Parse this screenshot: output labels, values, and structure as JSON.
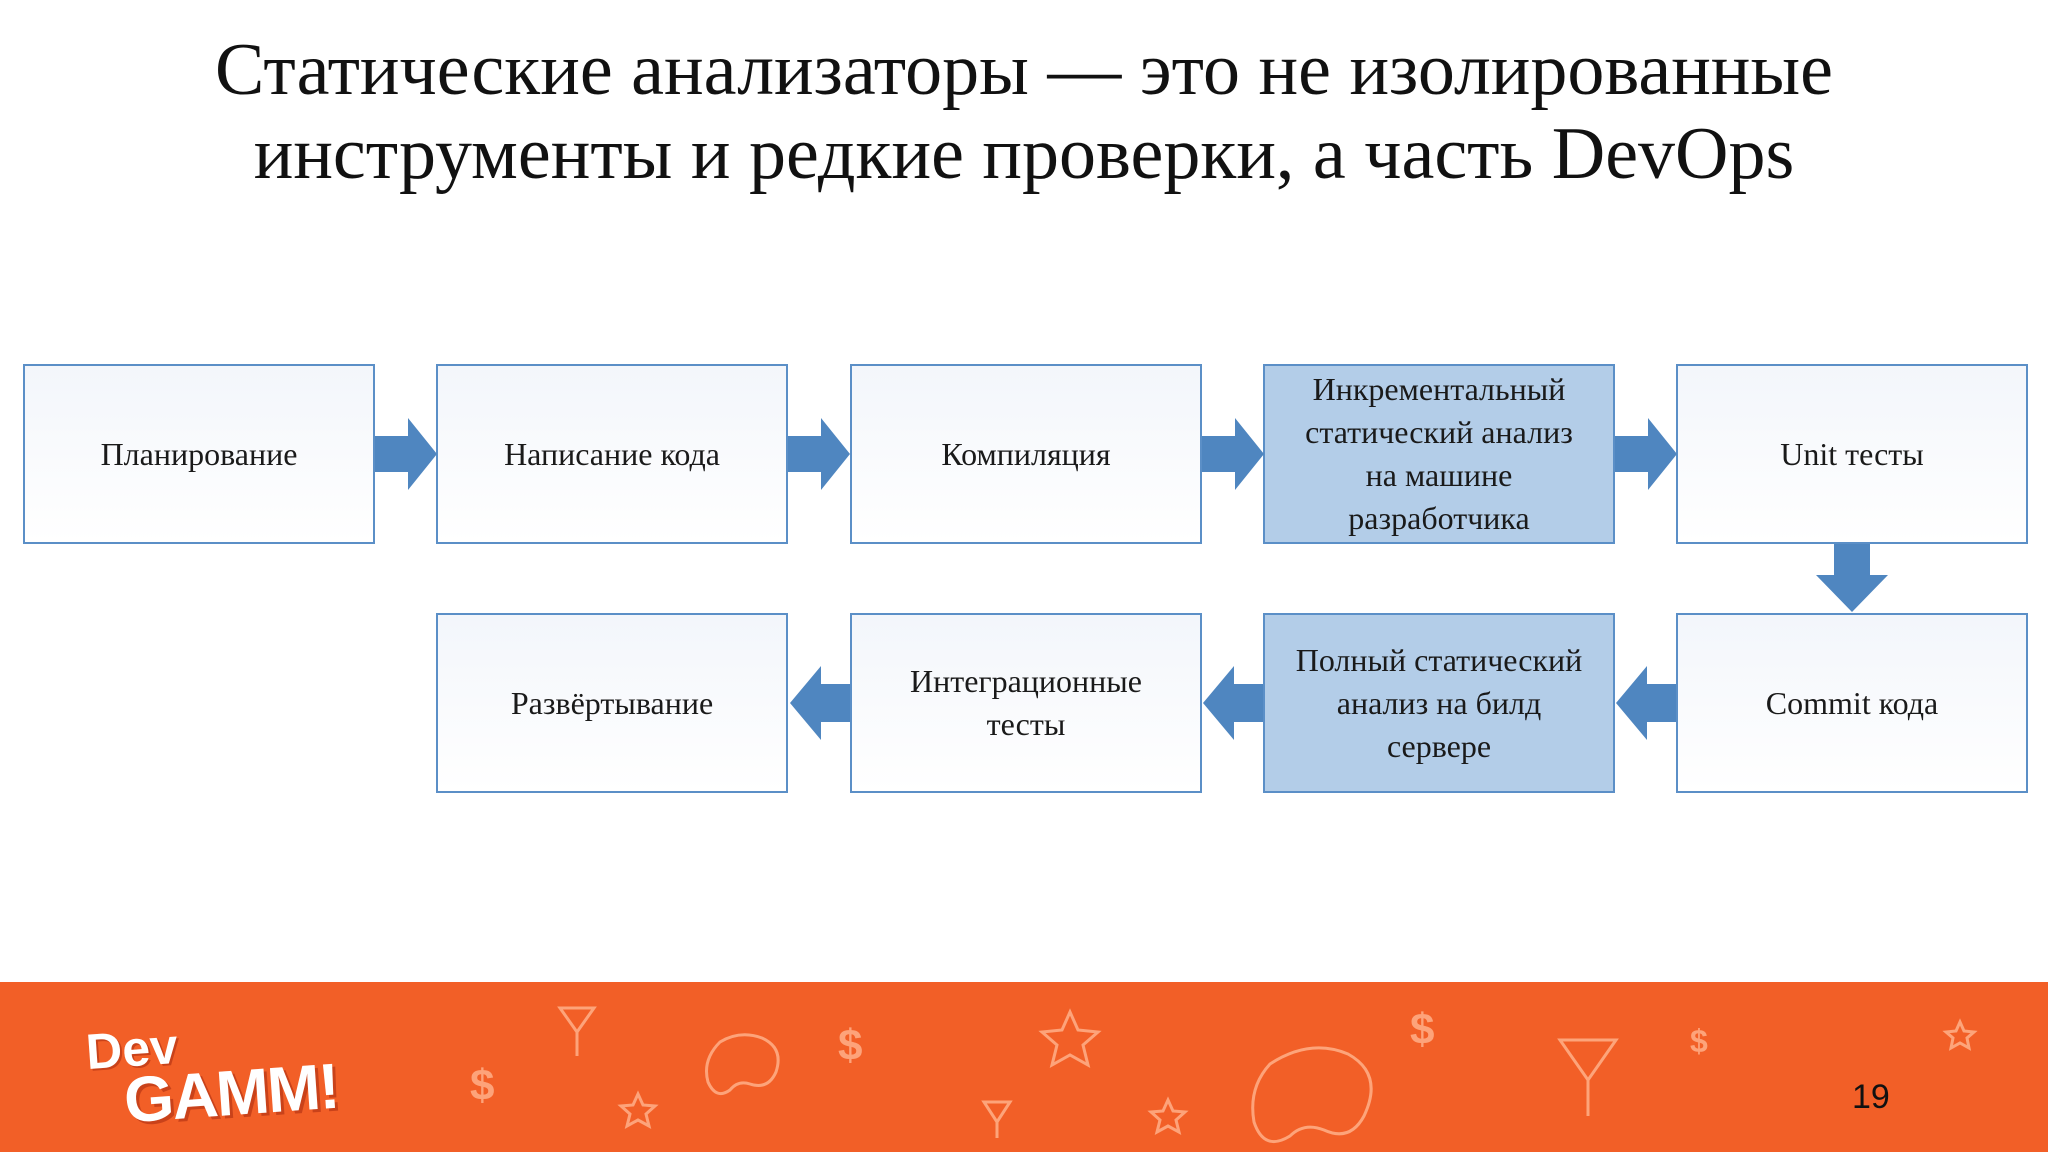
{
  "title": {
    "line1": "Статические анализаторы — это не изолированные",
    "line2": "инструменты и редкие проверки, а часть DevOps"
  },
  "steps": [
    {
      "lines": [
        "Планирование"
      ],
      "highlight": false
    },
    {
      "lines": [
        "Написание кода"
      ],
      "highlight": false
    },
    {
      "lines": [
        "Компиляция"
      ],
      "highlight": false
    },
    {
      "lines": [
        "Инкрементальный",
        "статический анализ",
        "на машине",
        "разработчика"
      ],
      "highlight": true
    },
    {
      "lines": [
        "Unit тесты"
      ],
      "highlight": false
    },
    {
      "lines": [
        "Commit кода"
      ],
      "highlight": false
    },
    {
      "lines": [
        "Полный статический",
        "анализ на билд",
        "сервере"
      ],
      "highlight": true
    },
    {
      "lines": [
        "Интеграционные",
        "тесты"
      ],
      "highlight": false
    },
    {
      "lines": [
        "Развёртывание"
      ],
      "highlight": false
    }
  ],
  "colors": {
    "arrow": "#4f86c0",
    "box_border": "#5b8fc7",
    "box_highlight": "#b3cde8",
    "footer": "#f25f27"
  },
  "footer": {
    "logo_dev": "Dev",
    "logo_gamm": "GAMM!",
    "page_number": "19"
  }
}
